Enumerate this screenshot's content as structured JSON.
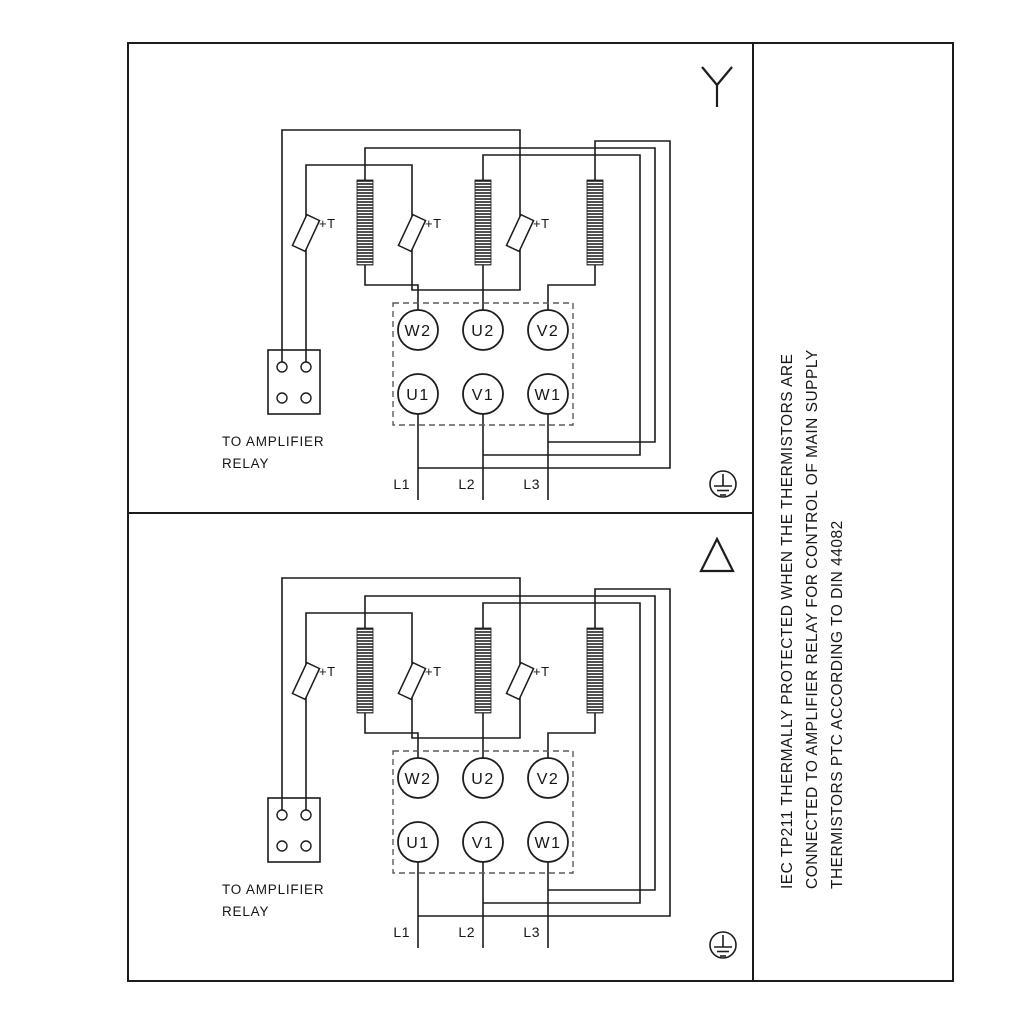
{
  "page": {
    "background": "#ffffff",
    "line_color": "#1c1c1c"
  },
  "side_note": {
    "lines": [
      "IEC TP211 THERMALLY PROTECTED WHEN THE THERMISTORS ARE",
      "CONNECTED TO AMPLIFIER RELAY FOR CONTROL OF MAIN SUPPLY",
      "THERMISTORS PTC ACCORDING TO DIN 44082"
    ]
  },
  "panels": [
    {
      "name": "star-connection",
      "symbol": "star",
      "thermistor_labels": [
        "+T",
        "+T",
        "+T"
      ],
      "terminals_top": [
        "W2",
        "U2",
        "V2"
      ],
      "terminals_bottom": [
        "U1",
        "V1",
        "W1"
      ],
      "supply_lines": [
        "L1",
        "L2",
        "L3"
      ],
      "relay_caption_line1": "TO AMPLIFIER",
      "relay_caption_line2": "RELAY"
    },
    {
      "name": "delta-connection",
      "symbol": "delta",
      "thermistor_labels": [
        "+T",
        "+T",
        "+T"
      ],
      "terminals_top": [
        "W2",
        "U2",
        "V2"
      ],
      "terminals_bottom": [
        "U1",
        "V1",
        "W1"
      ],
      "supply_lines": [
        "L1",
        "L2",
        "L3"
      ],
      "relay_caption_line1": "TO AMPLIFIER",
      "relay_caption_line2": "RELAY"
    }
  ]
}
